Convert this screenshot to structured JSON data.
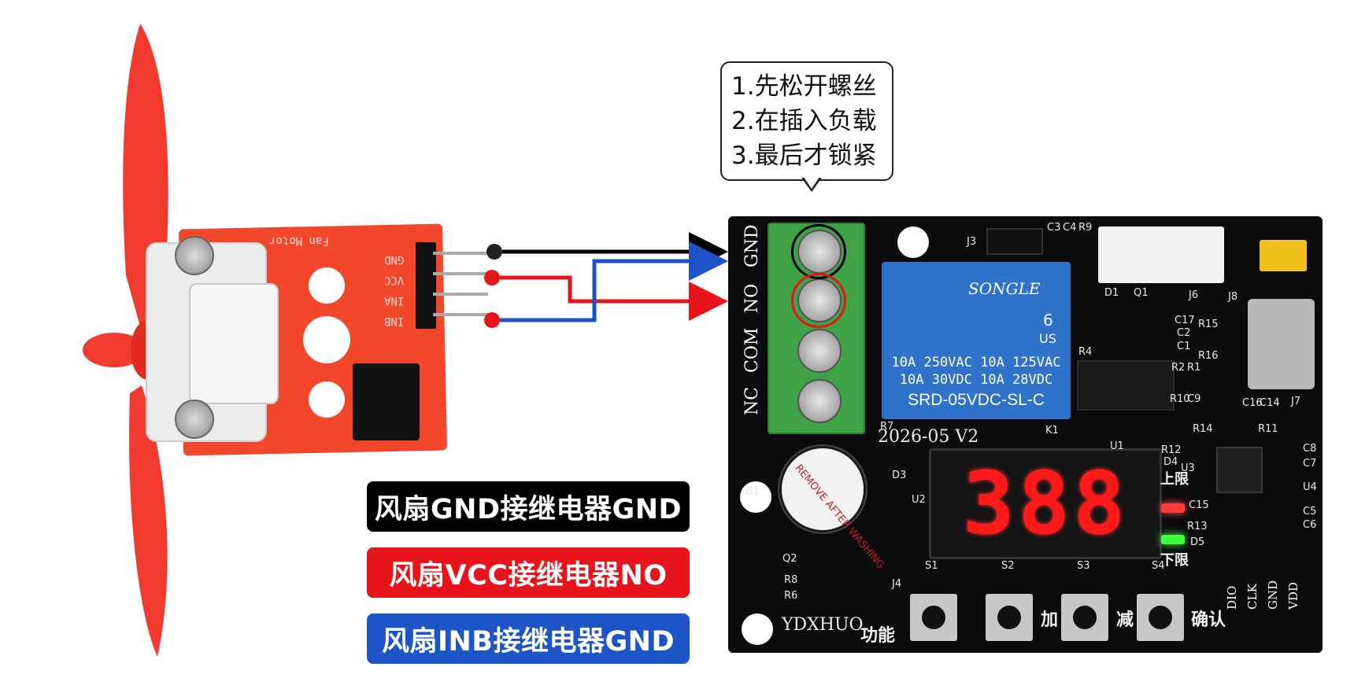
{
  "callout": {
    "lines": [
      "1.先松开螺丝",
      "2.在插入负载",
      "3.最后才锁紧"
    ]
  },
  "wiring_labels": [
    {
      "text": "风扇GND接继电器GND",
      "color": "#000000"
    },
    {
      "text": "风扇VCC接继电器NO",
      "color": "#e8141b"
    },
    {
      "text": "风扇INB接继电器GND",
      "color": "#1d55c8"
    }
  ],
  "wire_colors": {
    "gnd": "#000000",
    "vcc": "#e8141b",
    "inb": "#1d55c8"
  },
  "fan_module": {
    "title": "Fan Motor",
    "pins": [
      "GND",
      "VCC",
      "INA",
      "INB"
    ]
  },
  "relay_board": {
    "terminals": [
      "GND",
      "NO",
      "COM",
      "NC"
    ],
    "relay_brand": "SONGLE",
    "relay_ratings": [
      "10A 250VAC  10A 125VAC",
      "10A 30VDC   10A 28VDC"
    ],
    "relay_model": "SRD-05VDC-SL-C",
    "relay_pin_mark": "6",
    "relay_cert": "US",
    "version": "2026-05  V2",
    "display_value": "388",
    "brand": "YDXHUO",
    "buzzer_sticker": "REMOVE AFTER WASHING",
    "buttons": [
      {
        "ref": "S1",
        "label": "功能"
      },
      {
        "ref": "S2",
        "label": "加"
      },
      {
        "ref": "S3",
        "label": "减"
      },
      {
        "ref": "S4",
        "label": "确认"
      }
    ],
    "led_labels": {
      "upper": "上限",
      "lower": "下限"
    },
    "header_pins": [
      "DIO",
      "CLK",
      "GND",
      "VDD"
    ],
    "silkscreen": [
      "J3",
      "C3",
      "C4",
      "R9",
      "D1",
      "Q1",
      "J6",
      "J8",
      "J7",
      "K1",
      "R7",
      "D3",
      "B1",
      "U2",
      "U1",
      "R12",
      "D4",
      "U3",
      "R13",
      "D5",
      "Q2",
      "R8",
      "R6",
      "J4",
      "R4",
      "R15",
      "R16",
      "C17",
      "C2",
      "C1",
      "R2",
      "R1",
      "R10",
      "C9",
      "C16",
      "C14",
      "R14",
      "R11",
      "C8",
      "C7",
      "U4",
      "C15",
      "C5",
      "C6"
    ]
  }
}
